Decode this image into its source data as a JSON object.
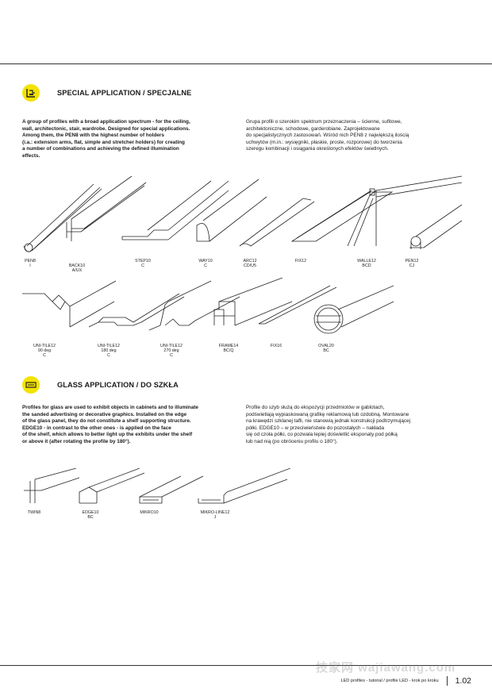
{
  "special": {
    "title": "SPECIAL APPLICATION /  SPECJALNE",
    "text_en": [
      "A group of profiles with a broad application spectrum - for the ceiling,",
      "wall, architectonic, stair, wardrobe. Designed for special applications.",
      "Among them, the PEN8 with the highest number of holders",
      "(i.a.: extension arms, flat, simple and stretcher holders) for creating",
      "a number of combinations and achieving the defined illumination",
      "effects."
    ],
    "text_pl": [
      "Grupa profili o szerokim spektrum przeznaczenia – ścienne, sufitowe,",
      "architektoniczne, schodowe, garderobiane. Zaprojektowane",
      "do specjalistycznych zastosowań. Wśród nich PEN8 z największą ilością",
      "uchwytów (m.in.: wysięgniki, płaskie, proste, rozporowe) do tworzenia",
      "szeregu kombinacji i osiągania określonych efektów świetlnych."
    ],
    "row1": [
      {
        "name": "PEN8",
        "variant": "I"
      },
      {
        "name": "BACK10",
        "variant": "A/UX"
      },
      {
        "name": "STEP10",
        "variant": "C"
      },
      {
        "name": "WAY10",
        "variant": "C"
      },
      {
        "name": "ARC12",
        "variant": "CD/U5"
      },
      {
        "name": "FIX12",
        "variant": ""
      },
      {
        "name": "WALLE12",
        "variant": "BCD"
      },
      {
        "name": "PEN12",
        "variant": "CJ"
      }
    ],
    "row2": [
      {
        "name": "UNI-TILE12",
        "l2": "90 deg",
        "l3": "C"
      },
      {
        "name": "UNI-TILE12",
        "l2": "180 deg",
        "l3": "C"
      },
      {
        "name": "UNI-TILE12",
        "l2": "270 deg",
        "l3": "C"
      },
      {
        "name": "FRAME14",
        "l2": "BC/Q",
        "l3": ""
      },
      {
        "name": "FIX16",
        "l2": "",
        "l3": ""
      },
      {
        "name": "OVAL20",
        "l2": "BC",
        "l3": ""
      }
    ]
  },
  "glass": {
    "title": "GLASS APPLICATION / DO SZKŁA",
    "text_en": [
      "Profiles for glass are used to exhibit objects in cabinets and to illuminate",
      "the sanded advertising or decorative graphics. Installed on the edge",
      "of the glass panel, they do not constitute a shelf supporting structure.",
      "EDGE10 - in contrast to the other ones - is applied on the face",
      "of the shelf, which allows to better light up the exhibits under the shelf",
      "or above it (after rotating the profile by 180°)."
    ],
    "text_pl": [
      "Profile do szyb służą do ekspozycji przedmiotów w gablotach,",
      "podświetlają wypiaskowaną grafikę reklamową lub ozdobną. Montowane",
      "na krawędzi szklanej tafli, nie stanowią jednak konstrukcji podtrzymującej",
      "półki. EDGE10 – w przeciwieństwie do pozostałych – nakłada",
      "się od czoła półki, co pozwala lepiej doświetlić eksponaty pod półką",
      "lub nad nią (po obróceniu profilu o 180°)."
    ],
    "row": [
      {
        "name": "TWIN8",
        "variant": ""
      },
      {
        "name": "EDGE10",
        "variant": "BC"
      },
      {
        "name": "MIKRO10",
        "variant": ""
      },
      {
        "name": "MIKRO-LINE12",
        "variant": "J"
      }
    ]
  },
  "footer": {
    "text": "LED profiles - tutorial / profile LED - krok po kroku",
    "page": "1.02"
  },
  "watermark": "技家网 wajiawang.com",
  "colors": {
    "accent": "#f4e300",
    "line": "#333333"
  }
}
